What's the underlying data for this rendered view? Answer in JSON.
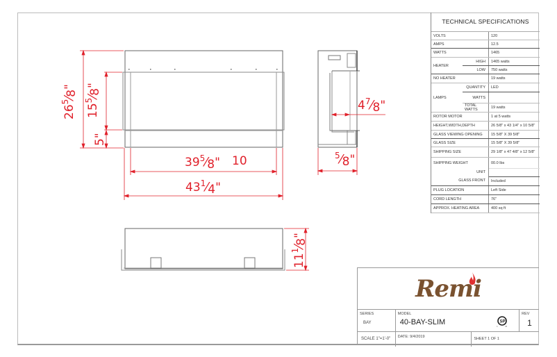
{
  "drawing": {
    "colors": {
      "dimension": "#e0202a",
      "outline": "#555555",
      "frame": "#bbbbbb",
      "brand": "#7a5230",
      "flame": "#e03030"
    },
    "front_view": {
      "dims": {
        "overall_height": {
          "whole": "26",
          "num": "5",
          "den": "8",
          "unit": "\""
        },
        "glass_height": {
          "whole": "15",
          "num": "5",
          "den": "8",
          "unit": "\""
        },
        "bottom_height": {
          "whole": "5",
          "unit": "\""
        },
        "glass_width": {
          "whole": "39",
          "num": "5",
          "den": "8",
          "unit": "\""
        },
        "glass_width_note": "10",
        "overall_width": {
          "whole": "43",
          "num": "1",
          "den": "4",
          "unit": "\""
        }
      }
    },
    "side_view": {
      "dims": {
        "depth_inner": {
          "whole": "4",
          "num": "7",
          "den": "8",
          "unit": "\""
        },
        "depth_frame": {
          "whole": "",
          "num": "5",
          "den": "8",
          "unit": "\""
        }
      }
    },
    "top_view": {
      "dims": {
        "depth": {
          "whole": "11",
          "num": "1",
          "den": "8",
          "unit": "\""
        }
      }
    }
  },
  "spec_table": {
    "title": "TECHNICAL SPECIFICATIONS",
    "rows": [
      {
        "label": "VOLTS",
        "value": "120"
      },
      {
        "label": "AMPS",
        "value": "12.5"
      },
      {
        "label": "WATTS",
        "value": "1465"
      }
    ],
    "heater": {
      "label": "HEATER",
      "high_label": "HIGH",
      "high_value": "1465  watts",
      "low_label": "LOW",
      "low_value": "750 watts"
    },
    "no_heater": {
      "label": "NO HEATER",
      "value": "19 watts"
    },
    "lamps": {
      "label": "LAMPS",
      "quantity_label": "QUANTITY",
      "quantity_value": "LED",
      "watts_label": "WATTS",
      "watts_value": "",
      "total_label": "TOTAL WATTS",
      "total_value": "19 watts"
    },
    "rows2": [
      {
        "label": "ROTOR MOTOR",
        "value": "1 at 5 watts"
      },
      {
        "label": "HEIGHT,WIDTH,DEPTH",
        "value": "26 5/8\" x 43 1/4\" x 10 5/8\""
      },
      {
        "label": "GLASS VIEWING OPENING",
        "value": "15 5/8\" X 39 5/8\""
      },
      {
        "label": "GLASS SIZE",
        "value": "15 5/8\" X 39 5/8\""
      },
      {
        "label": "SHIPPING SIZE",
        "value": "29 1/8\" x 47 4/8\" x 12 5/8\""
      }
    ],
    "shipping_weight": {
      "label": "SHIPPING WEIGHT",
      "value": "00.0 lbs",
      "unit_label": "UNIT",
      "unit_value": "",
      "glass_front_label": "GLASS FRONT",
      "glass_front_value": "Included"
    },
    "rows3": [
      {
        "label": "PLUG LOCATION",
        "value": "Left Side"
      },
      {
        "label": "CORD LENGTH",
        "value": "76\""
      },
      {
        "label": "APPROX. HEATING AREA",
        "value": "400 sq ft"
      }
    ]
  },
  "title_block": {
    "brand": "Remi",
    "series_label": "SERIES",
    "series_value": "BAY",
    "model_label": "MODEL",
    "model_value": "40-BAY-SLIM",
    "cert_icon": "csa-us-certification-icon",
    "rev_label": "REV",
    "rev_value": "1",
    "scale": "SCALE 1\"=1'-0\"",
    "date": "DATE:  9/4/2019",
    "sheet": "SHEET 1 OF 1"
  }
}
